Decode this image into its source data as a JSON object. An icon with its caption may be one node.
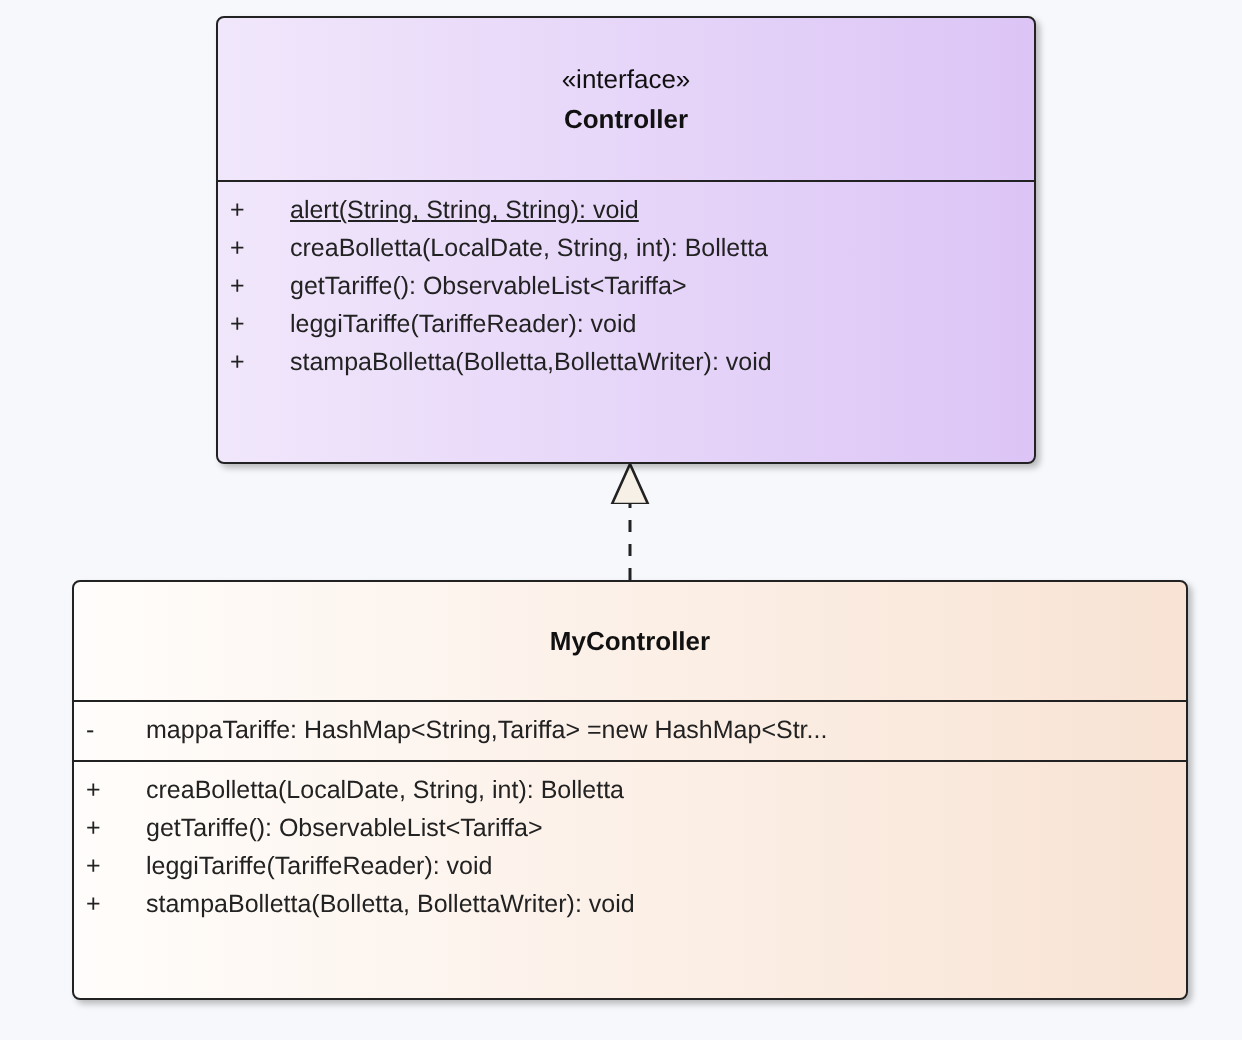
{
  "diagram": {
    "nodes": [
      {
        "text": [
          "«interface»",
          "Controller",
          "+",
          "alert(String, String, String): void",
          "+",
          "creaBolletta(LocalDate, String, int): Bolletta",
          "+",
          "getTariffe(): ObservableList<Tariffa>",
          "+",
          "leggiTariffe(TariffeReader): void",
          "+",
          "stampaBolletta(Bolletta,BollettaWriter): void"
        ]
      },
      {
        "text": [
          "MyController",
          "-",
          "mappaTariffe: HashMap<String,Tariffa> =new HashMap<Str...",
          "+",
          "creaBolletta(LocalDate, String, int): Bolletta",
          "+",
          "getTariffe(): ObservableList<Tariffa>",
          "+",
          "leggiTariffe(TariffeReader): void",
          "+",
          "stampaBolletta(Bolletta, BollettaWriter): void"
        ]
      }
    ],
    "edges": [
      {
        "from": 1,
        "to": 0,
        "arrow": "to",
        "style": "dashed"
      }
    ]
  }
}
